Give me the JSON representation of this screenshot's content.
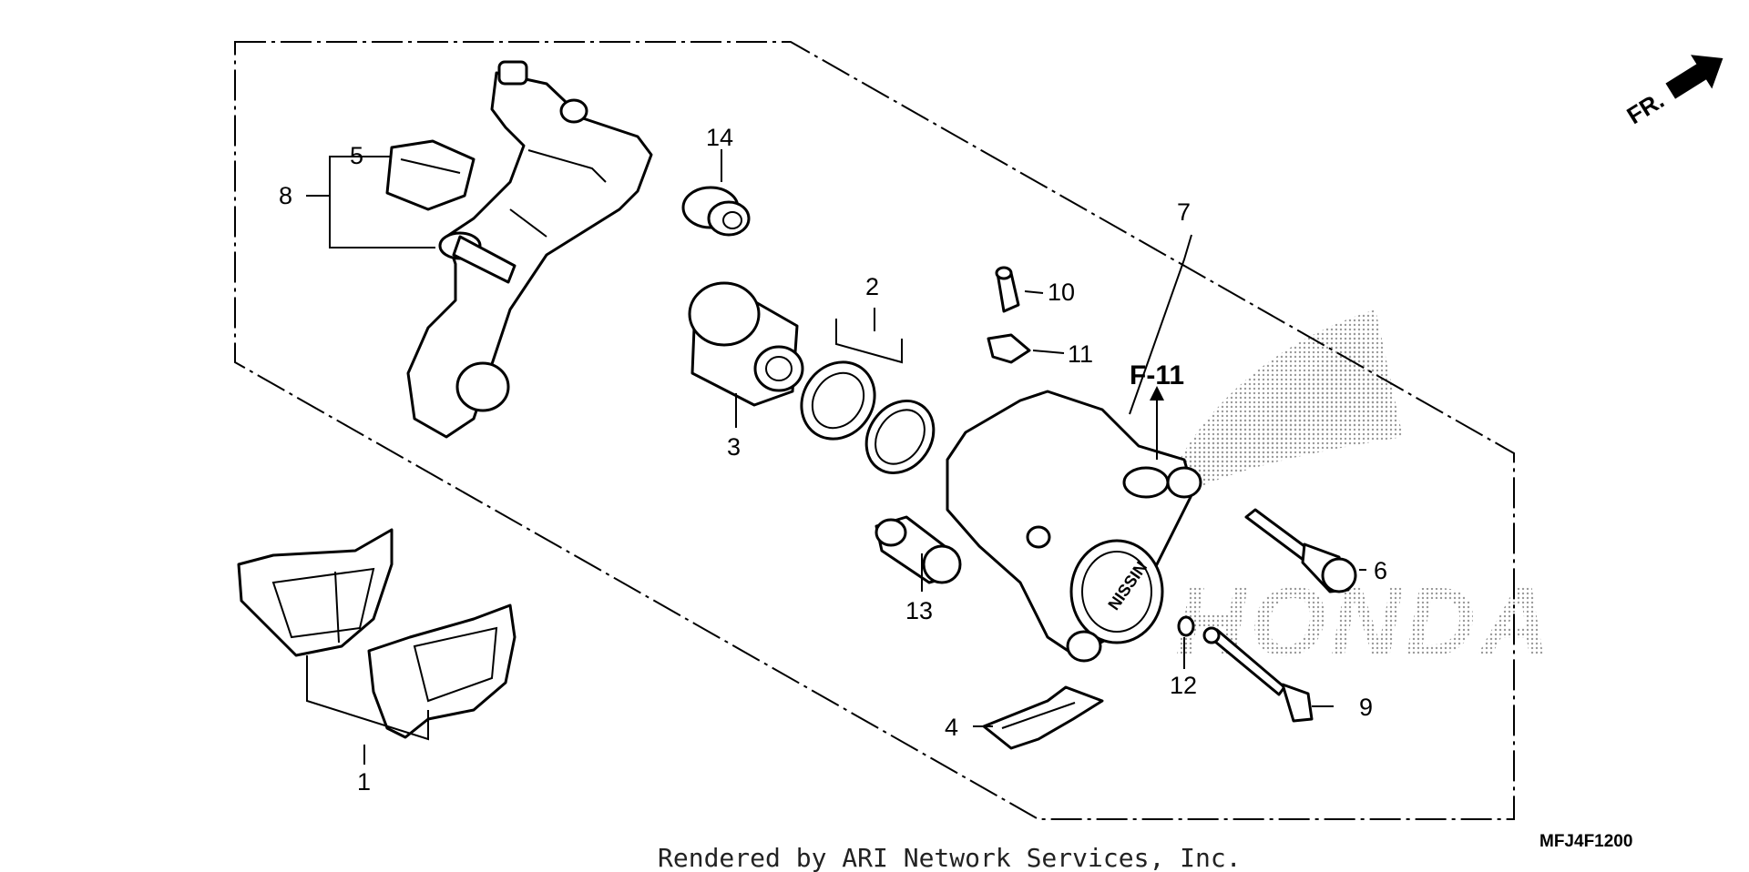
{
  "diagram": {
    "callouts": [
      "1",
      "2",
      "3",
      "4",
      "5",
      "6",
      "7",
      "8",
      "9",
      "10",
      "11",
      "12",
      "13",
      "14"
    ],
    "reference": "F-11",
    "direction_label": "FR.",
    "brand_watermark": "HONDA",
    "caliper_logo": "NISSIN",
    "diagram_code": "MFJ4F1200",
    "footer": "Rendered by ARI Network Services, Inc."
  },
  "colors": {
    "line": "#000000",
    "background": "#ffffff",
    "watermark": "#bdbdbd"
  }
}
